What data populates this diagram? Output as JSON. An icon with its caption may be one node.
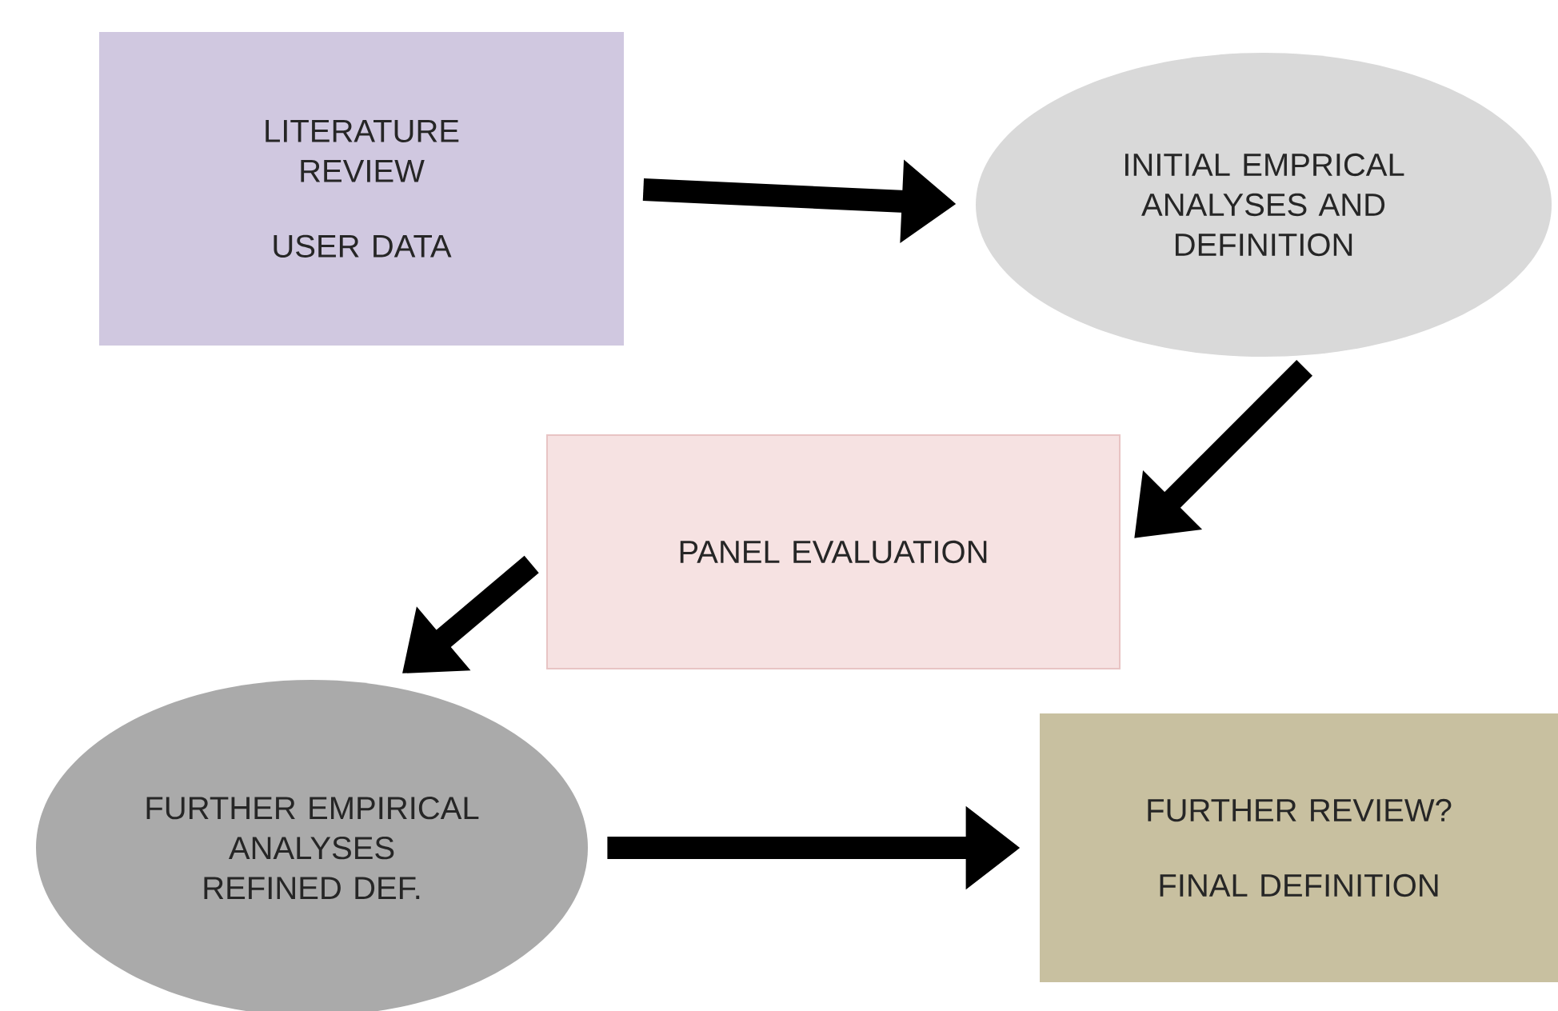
{
  "diagram": {
    "nodes": [
      {
        "text": [
          "LITERATURE REVIEW",
          "USER DATA"
        ]
      },
      {
        "text": [
          "INITIAL EMPRICAL ANALYSES AND DEFINITION"
        ]
      },
      {
        "text": [
          "PANEL EVALUATION"
        ]
      },
      {
        "text": [
          "FURTHER EMPIRICAL ANALYSES REFINED DEF."
        ]
      },
      {
        "text": [
          "FURTHER REVIEW?",
          "FINAL DEFINITION"
        ]
      }
    ],
    "edges": [
      {
        "from": 0,
        "to": 1,
        "arrow": "to"
      },
      {
        "from": 1,
        "to": 2,
        "arrow": "to"
      },
      {
        "from": 2,
        "to": 3,
        "arrow": "to"
      },
      {
        "from": 3,
        "to": 4,
        "arrow": "to"
      }
    ]
  }
}
